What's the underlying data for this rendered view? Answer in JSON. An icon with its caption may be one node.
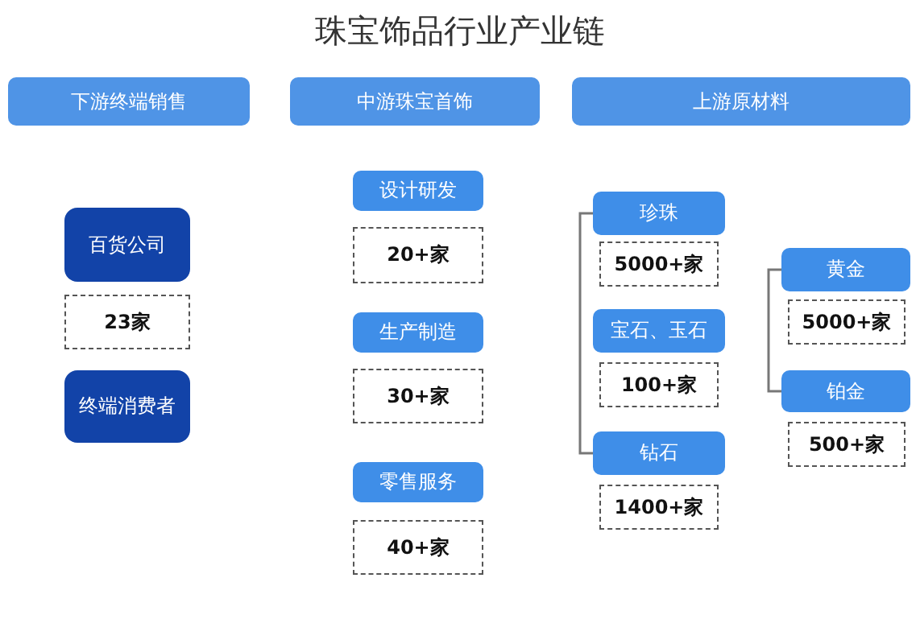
{
  "diagram": {
    "title": "珠宝饰品行业产业链",
    "nodes": [
      {
        "text": [
          "下游终端销售"
        ]
      },
      {
        "text": [
          "中游珠宝首饰"
        ]
      },
      {
        "text": [
          "上游原材料"
        ]
      },
      {
        "text": [
          "百货公司"
        ]
      },
      {
        "text": [
          "23家"
        ]
      },
      {
        "text": [
          "终端消费者"
        ]
      },
      {
        "text": [
          "设计研发"
        ]
      },
      {
        "text": [
          "20+家"
        ]
      },
      {
        "text": [
          "生产制造"
        ]
      },
      {
        "text": [
          "30+家"
        ]
      },
      {
        "text": [
          "零售服务"
        ]
      },
      {
        "text": [
          "40+家"
        ]
      },
      {
        "text": [
          "珍珠"
        ]
      },
      {
        "text": [
          "5000+家"
        ]
      },
      {
        "text": [
          "宝石、玉石"
        ]
      },
      {
        "text": [
          "100+家"
        ]
      },
      {
        "text": [
          "钻石"
        ]
      },
      {
        "text": [
          "1400+家"
        ]
      },
      {
        "text": [
          "黄金"
        ]
      },
      {
        "text": [
          "5000+家"
        ]
      },
      {
        "text": [
          "铂金"
        ]
      },
      {
        "text": [
          "500+家"
        ]
      }
    ],
    "edges": [
      {
        "from": 12,
        "to": 16,
        "arrow": "none"
      },
      {
        "from": 18,
        "to": 20,
        "arrow": "none"
      }
    ]
  }
}
